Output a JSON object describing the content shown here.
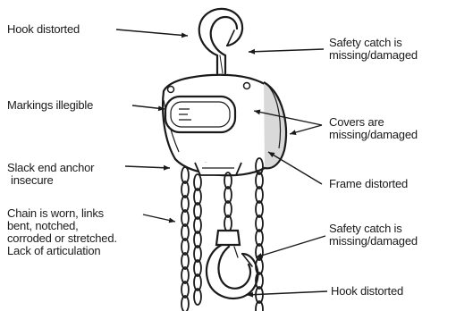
{
  "colors": {
    "ink": "#1a1a1a",
    "background": "#ffffff",
    "shade": "#cfcfcf"
  },
  "labels": {
    "hook_top": [
      "Hook distorted"
    ],
    "safety_catch_top": [
      "Safety catch is",
      "missing/damaged"
    ],
    "markings": [
      "Markings illegible"
    ],
    "covers": [
      "Covers are",
      "missing/damaged"
    ],
    "slack_end": [
      "Slack end anchor",
      "insecure"
    ],
    "frame": [
      "Frame distorted"
    ],
    "chain": [
      "Chain is worn, links",
      "bent, notched,",
      "corroded or stretched.",
      "Lack of articulation"
    ],
    "safety_catch_bottom": [
      "Safety catch is",
      "missing/damaged"
    ],
    "hook_bottom": [
      "Hook distorted"
    ]
  }
}
